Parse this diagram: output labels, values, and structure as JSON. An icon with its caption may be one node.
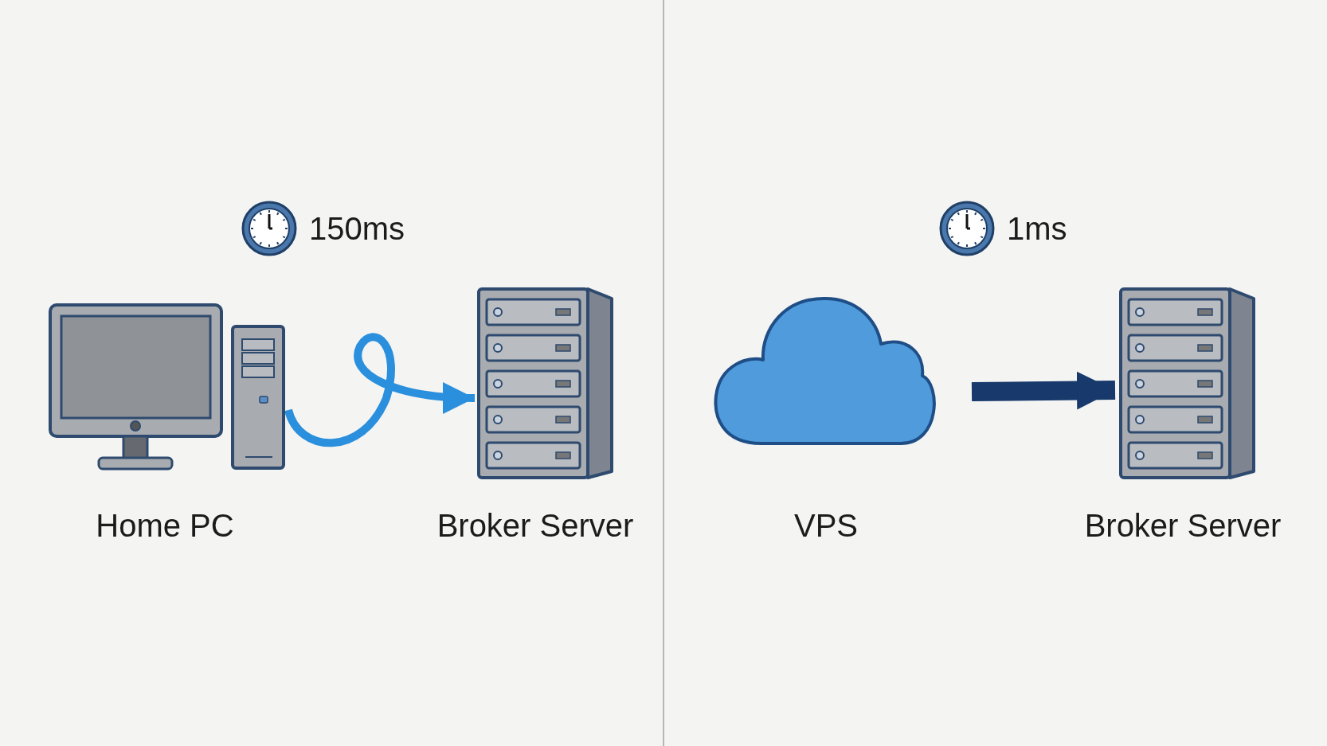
{
  "diagram": {
    "nodes": [
      {
        "text": [
          "Home PC"
        ]
      },
      {
        "text": [
          "Broker Server"
        ]
      },
      {
        "text": [
          "VPS"
        ]
      },
      {
        "text": [
          "Broker Server"
        ]
      }
    ],
    "edges": [
      {
        "from": 0,
        "to": 1,
        "arrow": "to",
        "label": "150ms",
        "color": "#2a8fdc"
      },
      {
        "from": 2,
        "to": 3,
        "arrow": "to",
        "label": "1ms",
        "style": "thick",
        "color": "#17396b"
      }
    ]
  }
}
